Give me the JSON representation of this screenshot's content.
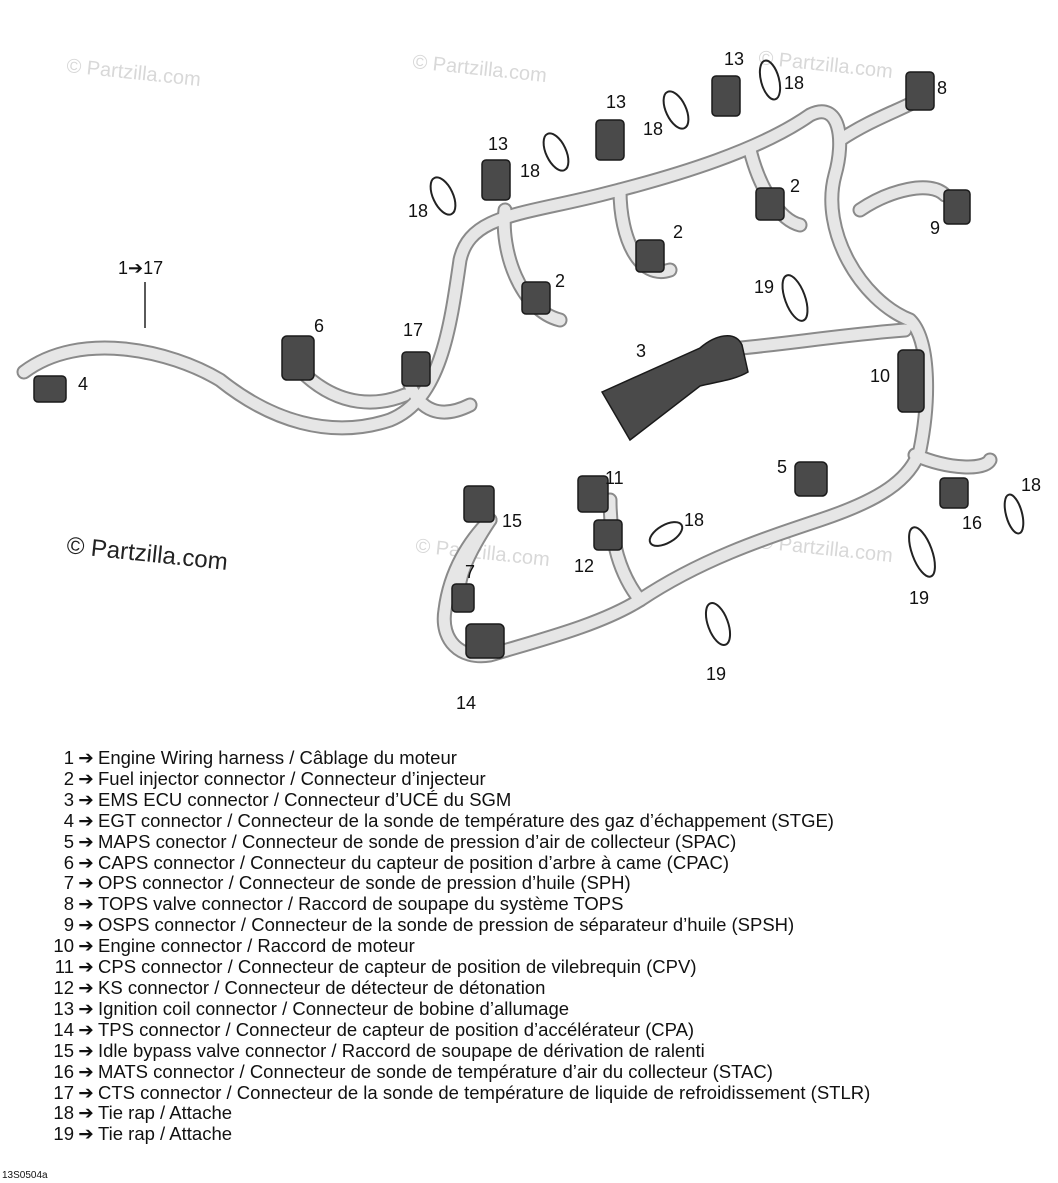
{
  "watermark": "© Partzilla.com",
  "figure_code": "13S0504a",
  "arrow_glyph": "➔",
  "colors": {
    "harness": "#e6e6e6",
    "harness_outline": "#8a8a8a",
    "connector": "#4a4a4a",
    "text": "#111111"
  },
  "callouts": {
    "c1": "1➔17",
    "c2": "2",
    "c3": "3",
    "c4": "4",
    "c5": "5",
    "c6": "6",
    "c7": "7",
    "c8": "8",
    "c9": "9",
    "c10": "10",
    "c11": "11",
    "c12": "12",
    "c13": "13",
    "c14": "14",
    "c15": "15",
    "c16": "16",
    "c17": "17",
    "c18": "18",
    "c19": "19"
  },
  "legend": [
    {
      "num": "1",
      "text": "Engine Wiring harness / Câblage du moteur"
    },
    {
      "num": "2",
      "text": "Fuel injector connector / Connecteur d’injecteur"
    },
    {
      "num": "3",
      "text": "EMS ECU connector / Connecteur d’UCÉ du SGM"
    },
    {
      "num": "4",
      "text": "EGT connector / Connecteur de la sonde de température des gaz d’échappement (STGE)"
    },
    {
      "num": "5",
      "text": "MAPS conector / Connecteur de sonde de pression d’air de collecteur (SPAC)"
    },
    {
      "num": "6",
      "text": "CAPS connector / Connecteur du capteur de position d’arbre à came (CPAC)"
    },
    {
      "num": "7",
      "text": "OPS connector / Connecteur de sonde de pression d’huile (SPH)"
    },
    {
      "num": "8",
      "text": "TOPS valve connector / Raccord de soupape du système TOPS"
    },
    {
      "num": "9",
      "text": "OSPS connector / Connecteur de la sonde de pression de séparateur d’huile (SPSH)"
    },
    {
      "num": "10",
      "text": "Engine connector / Raccord de moteur"
    },
    {
      "num": "11",
      "text": "CPS connector / Connecteur de capteur de position de vilebrequin (CPV)"
    },
    {
      "num": "12",
      "text": "KS connector / Connecteur de détecteur de détonation"
    },
    {
      "num": "13",
      "text": "Ignition coil connector / Connecteur de bobine d’allumage"
    },
    {
      "num": "14",
      "text": "TPS connector / Connecteur de capteur de position d’accélérateur (CPA)"
    },
    {
      "num": "15",
      "text": "Idle bypass valve connector / Raccord de soupape de dérivation de ralenti"
    },
    {
      "num": "16",
      "text": "MATS connector / Connecteur de sonde de température d’air du collecteur (STAC)"
    },
    {
      "num": "17",
      "text": "CTS connector / Connecteur de la sonde de température de liquide de refroidissement (STLR)"
    },
    {
      "num": "18",
      "text": "Tie rap / Attache"
    },
    {
      "num": "19",
      "text": "Tie rap / Attache"
    }
  ]
}
